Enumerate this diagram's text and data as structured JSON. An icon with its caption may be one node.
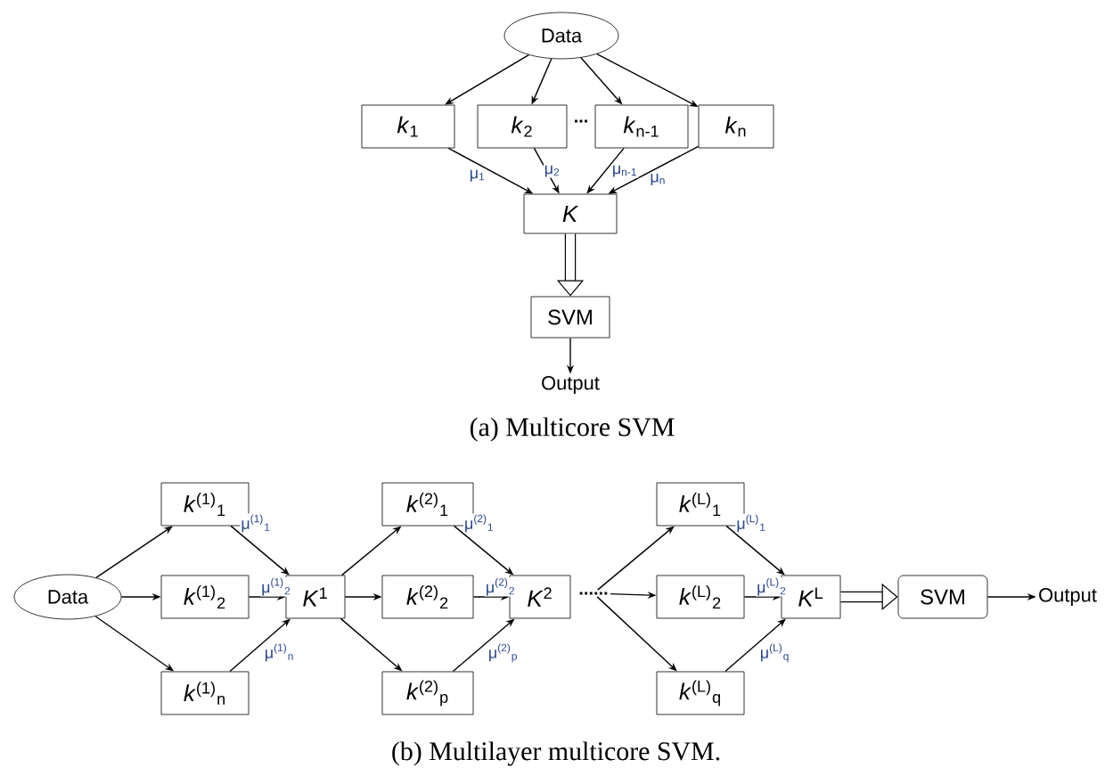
{
  "diagram": {
    "nodes": [
      {
        "text": [
          "Data"
        ]
      },
      {
        "text": [
          "*k*$_{1}$"
        ]
      },
      {
        "text": [
          "*k*$_{2}$"
        ]
      },
      {
        "text": [
          "*k*$_{n-1}$"
        ]
      },
      {
        "text": [
          "*k*$_{n}$"
        ]
      },
      {
        "text": [
          "*K*"
        ]
      },
      {
        "text": [
          "SVM"
        ]
      },
      {
        "text": [
          "Output"
        ]
      },
      {
        "text": [
          "Data"
        ]
      },
      {
        "text": [
          "*k*$^{(1)}$$_{1}$"
        ]
      },
      {
        "text": [
          "*k*$^{(1)}$$_{2}$"
        ]
      },
      {
        "text": [
          "*k*$^{(1)}$$_{n}$"
        ]
      },
      {
        "text": [
          "*K*$^{1}$"
        ]
      },
      {
        "text": [
          "*k*$^{(2)}$$_{1}$"
        ]
      },
      {
        "text": [
          "*k*$^{(2)}$$_{2}$"
        ]
      },
      {
        "text": [
          "*k*$^{(2)}$$_{p}$"
        ]
      },
      {
        "text": [
          "*K*$^{2}$"
        ]
      },
      {
        "text": [
          "*k*$^{(L)}$$_{1}$"
        ]
      },
      {
        "text": [
          "*k*$^{(L)}$$_{2}$"
        ]
      },
      {
        "text": [
          "*k*$^{(L)}$$_{q}$"
        ]
      },
      {
        "text": [
          "*K*$^{L}$"
        ]
      },
      {
        "text": [
          "SVM"
        ]
      },
      {
        "text": [
          "Output"
        ]
      },
      {
        "text": [
          "......"
        ]
      }
    ],
    "edges": [
      {
        "from": 0,
        "to": 1,
        "arrow": "to"
      },
      {
        "from": 0,
        "to": 2,
        "arrow": "to"
      },
      {
        "from": 0,
        "to": 3,
        "arrow": "to"
      },
      {
        "from": 0,
        "to": 4,
        "arrow": "to"
      },
      {
        "from": 1,
        "to": 5,
        "arrow": "to",
        "label": "μ$_{1}$"
      },
      {
        "from": 2,
        "to": 5,
        "arrow": "to",
        "label": "μ$_{2}$"
      },
      {
        "from": 3,
        "to": 5,
        "arrow": "to",
        "label": "μ$_{n-1}$"
      },
      {
        "from": 4,
        "to": 5,
        "arrow": "to",
        "label": "μ$_{n}$"
      },
      {
        "from": 5,
        "to": 6,
        "arrow": "to",
        "style": "thick"
      },
      {
        "from": 6,
        "to": 7,
        "arrow": "to"
      },
      {
        "from": 8,
        "to": 9,
        "arrow": "to"
      },
      {
        "from": 8,
        "to": 10,
        "arrow": "to"
      },
      {
        "from": 8,
        "to": 11,
        "arrow": "to"
      },
      {
        "from": 9,
        "to": 12,
        "arrow": "to",
        "label": "μ$^{(1)}$$_{1}$"
      },
      {
        "from": 10,
        "to": 12,
        "arrow": "to",
        "label": "μ$^{(1)}$$_{2}$"
      },
      {
        "from": 11,
        "to": 12,
        "arrow": "to",
        "label": "μ$^{(1)}$$_{n}$"
      },
      {
        "from": 12,
        "to": 13,
        "arrow": "to"
      },
      {
        "from": 12,
        "to": 14,
        "arrow": "to"
      },
      {
        "from": 12,
        "to": 15,
        "arrow": "to"
      },
      {
        "from": 13,
        "to": 16,
        "arrow": "to",
        "label": "μ$^{(2)}$$_{1}$"
      },
      {
        "from": 14,
        "to": 16,
        "arrow": "to",
        "label": "μ$^{(2)}$$_{2}$"
      },
      {
        "from": 15,
        "to": 16,
        "arrow": "to",
        "label": "μ$^{(2)}$$_{p}$"
      },
      {
        "from": 23,
        "to": 17,
        "arrow": "to"
      },
      {
        "from": 23,
        "to": 18,
        "arrow": "to"
      },
      {
        "from": 23,
        "to": 19,
        "arrow": "to"
      },
      {
        "from": 17,
        "to": 20,
        "arrow": "to",
        "label": "μ$^{(L)}$$_{1}$"
      },
      {
        "from": 18,
        "to": 20,
        "arrow": "to",
        "label": "μ$^{(L)}$$_{2}$"
      },
      {
        "from": 19,
        "to": 20,
        "arrow": "to",
        "label": "μ$^{(L)}$$_{q}$"
      },
      {
        "from": 20,
        "to": 21,
        "arrow": "to",
        "style": "thick"
      },
      {
        "from": 21,
        "to": 22,
        "arrow": "to"
      }
    ],
    "labels": [
      "...",
      "(a) Multicore SVM",
      "(b) Multilayer multicore SVM."
    ]
  }
}
